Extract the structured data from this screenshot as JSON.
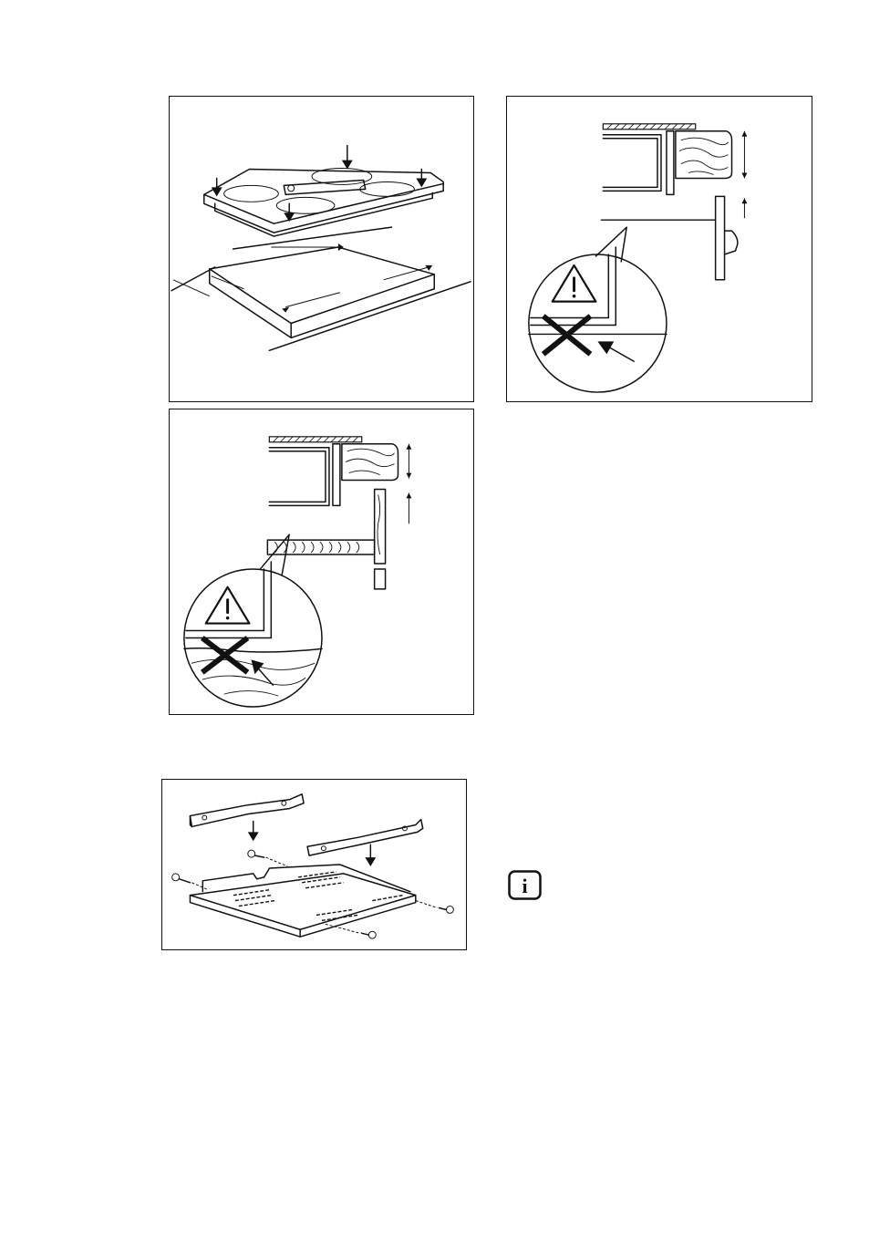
{
  "figures": [
    {
      "id": "hob-installation",
      "caption": ""
    },
    {
      "id": "hob-gap-warning",
      "caption": ""
    },
    {
      "id": "hob-shelf-warning",
      "caption": ""
    },
    {
      "id": "bracket-mounting",
      "caption": ""
    }
  ],
  "icons": {
    "warning": "warning-triangle-icon",
    "forbidden": "cross-icon",
    "info": "info-icon"
  },
  "info_icon": {
    "glyph": "i"
  }
}
